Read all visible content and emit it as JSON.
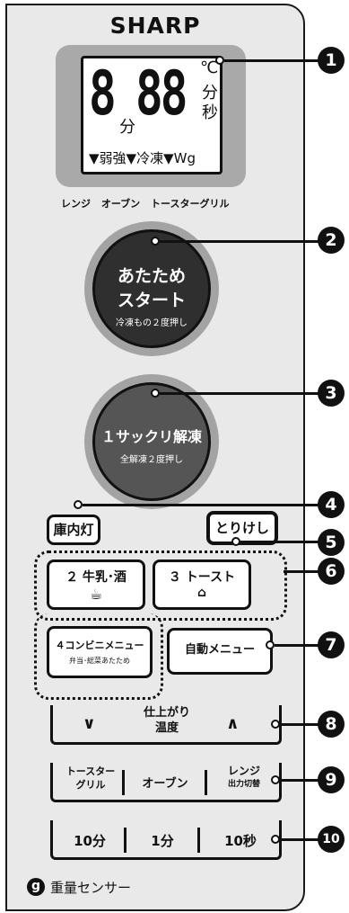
{
  "brand": "SHARP",
  "display": {
    "digits_small": "8",
    "digits_big": "88",
    "unit_fun": "分",
    "unit_celsius": "℃",
    "unit_fun_right": "分",
    "unit_byo": "秒",
    "indicators": "▼弱強▼冷凍▼Wg"
  },
  "modes": [
    "レンジ",
    "オーブン",
    "トースターグリル"
  ],
  "start_button": {
    "line1": "あたため",
    "line2": "スタート",
    "line3": "冷凍もの２度押し"
  },
  "defrost_button": {
    "line1": "１サックリ解凍",
    "line2": "全解凍２度押し"
  },
  "light_button": "庫内灯",
  "cancel_button": "とりけし",
  "menu": {
    "milk_label": "２ 牛乳･酒",
    "toast_label": "３ トースト",
    "conveni_label": "４コンビニメニュー",
    "conveni_sub": "弁当･総菜あたため",
    "auto_label": "自動メニュー"
  },
  "temperature": {
    "down": "∨",
    "label1": "仕上がり",
    "label2": "温度",
    "up": "∧"
  },
  "modes_row": {
    "toaster1": "トースター",
    "toaster2": "グリル",
    "oven": "オーブン",
    "range1": "レンジ",
    "range2": "出力切替"
  },
  "time_row": {
    "ten_min": "10分",
    "one_min": "1分",
    "ten_sec": "10秒"
  },
  "sensor": {
    "icon_letter": "g",
    "label": "重量センサー"
  },
  "callouts": [
    "1",
    "2",
    "3",
    "4",
    "5",
    "6",
    "7",
    "8",
    "9",
    "10"
  ]
}
